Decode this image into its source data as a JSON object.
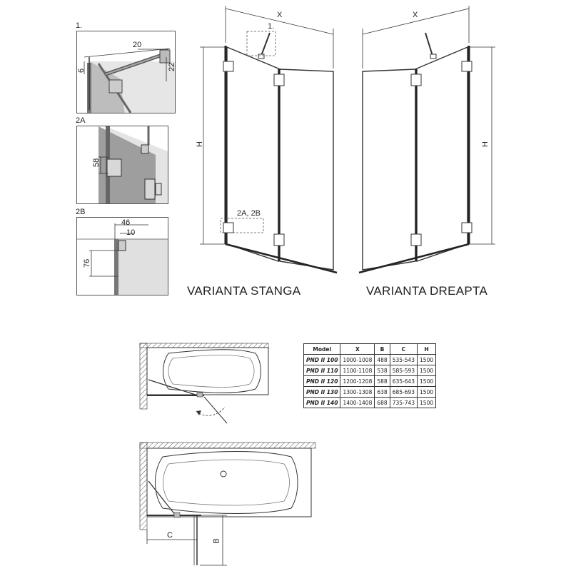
{
  "detail_1": {
    "label": "1.",
    "dim_20": "20",
    "dim_22": "22",
    "dim_6": "6"
  },
  "detail_2a": {
    "label": "2A",
    "dim_58": "58"
  },
  "detail_2b": {
    "label": "2B",
    "dim_46": "46",
    "dim_10": "10",
    "dim_76": "76"
  },
  "left_elevation": {
    "dim_x": "X",
    "dim_h": "H",
    "callout_1": "1.",
    "callout_2": "2A, 2B",
    "caption": "VARIANTA STANGA"
  },
  "right_elevation": {
    "dim_x": "X",
    "dim_h": "H",
    "caption": "VARIANTA DREAPTA"
  },
  "plan_bottom": {
    "dim_c": "C",
    "dim_b": "B"
  },
  "spec_table": {
    "headers": [
      "Model",
      "X",
      "B",
      "C",
      "H"
    ],
    "rows": [
      [
        "PND II 100",
        "1000-1008",
        "488",
        "535-543",
        "1500"
      ],
      [
        "PND II 110",
        "1100-1108",
        "538",
        "585-593",
        "1500"
      ],
      [
        "PND II 120",
        "1200-1208",
        "588",
        "635-643",
        "1500"
      ],
      [
        "PND II 130",
        "1300-1308",
        "638",
        "685-693",
        "1500"
      ],
      [
        "PND II 140",
        "1400-1408",
        "688",
        "735-743",
        "1500"
      ]
    ]
  }
}
